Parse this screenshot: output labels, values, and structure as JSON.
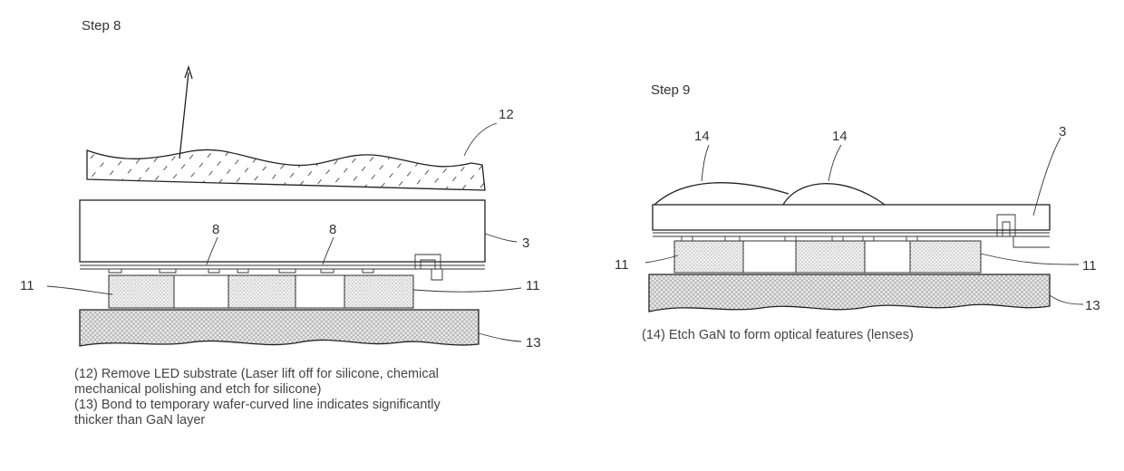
{
  "step8": {
    "title": "Step 8",
    "labels": {
      "substrate_removed": "12",
      "gan_layer": "3",
      "contact_a": "8",
      "contact_b": "8",
      "bond_left": "11",
      "bond_right": "11",
      "temp_wafer": "13"
    },
    "caption": [
      "(12) Remove LED substrate (Laser lift off for silicone, chemical",
      "mechanical polishing and etch for silicone)",
      "(13) Bond to temporary wafer-curved line indicates significantly",
      "thicker than GaN layer"
    ]
  },
  "step9": {
    "title": "Step 9",
    "labels": {
      "lens_a": "14",
      "lens_b": "14",
      "gan_layer": "3",
      "bond_left": "11",
      "bond_right": "11",
      "temp_wafer": "13"
    },
    "caption": [
      "(14) Etch GaN to form optical features (lenses)"
    ]
  }
}
